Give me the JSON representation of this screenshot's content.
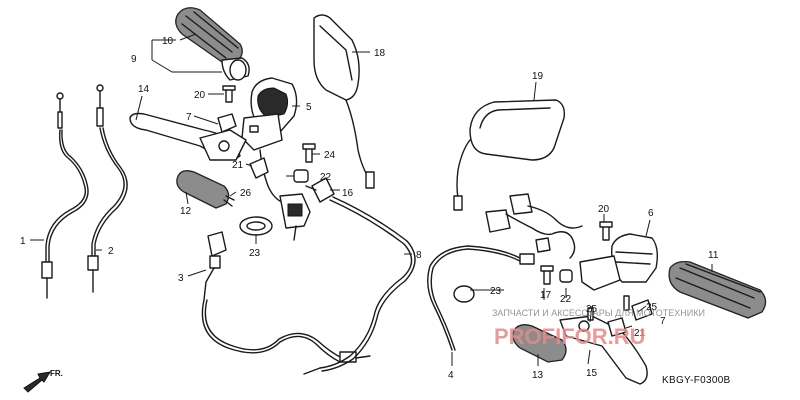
{
  "callouts": {
    "c1": "1",
    "c2": "2",
    "c3": "3",
    "c4": "4",
    "c5": "5",
    "c6": "6",
    "c7a": "7",
    "c7b": "7",
    "c8": "8",
    "c9": "9",
    "c10": "10",
    "c11": "11",
    "c12": "12",
    "c13": "13",
    "c14": "14",
    "c15": "15",
    "c16": "16",
    "c17": "17",
    "c18": "18",
    "c19": "19",
    "c20a": "20",
    "c20b": "20",
    "c21a": "21",
    "c21b": "21",
    "c22a": "22",
    "c22b": "22",
    "c23a": "23",
    "c23b": "23",
    "c24": "24",
    "c25a": "25",
    "c25b": "25",
    "c26": "26"
  },
  "diagram_code": "KBGY-F0300B",
  "front_marker": "FR.",
  "watermark": {
    "brand": "PROFIFOR.RU",
    "tagline": "ЗАПЧАСТИ И АКСЕССУАРЫ ДЛЯ МОТОТЕХНИКИ"
  }
}
